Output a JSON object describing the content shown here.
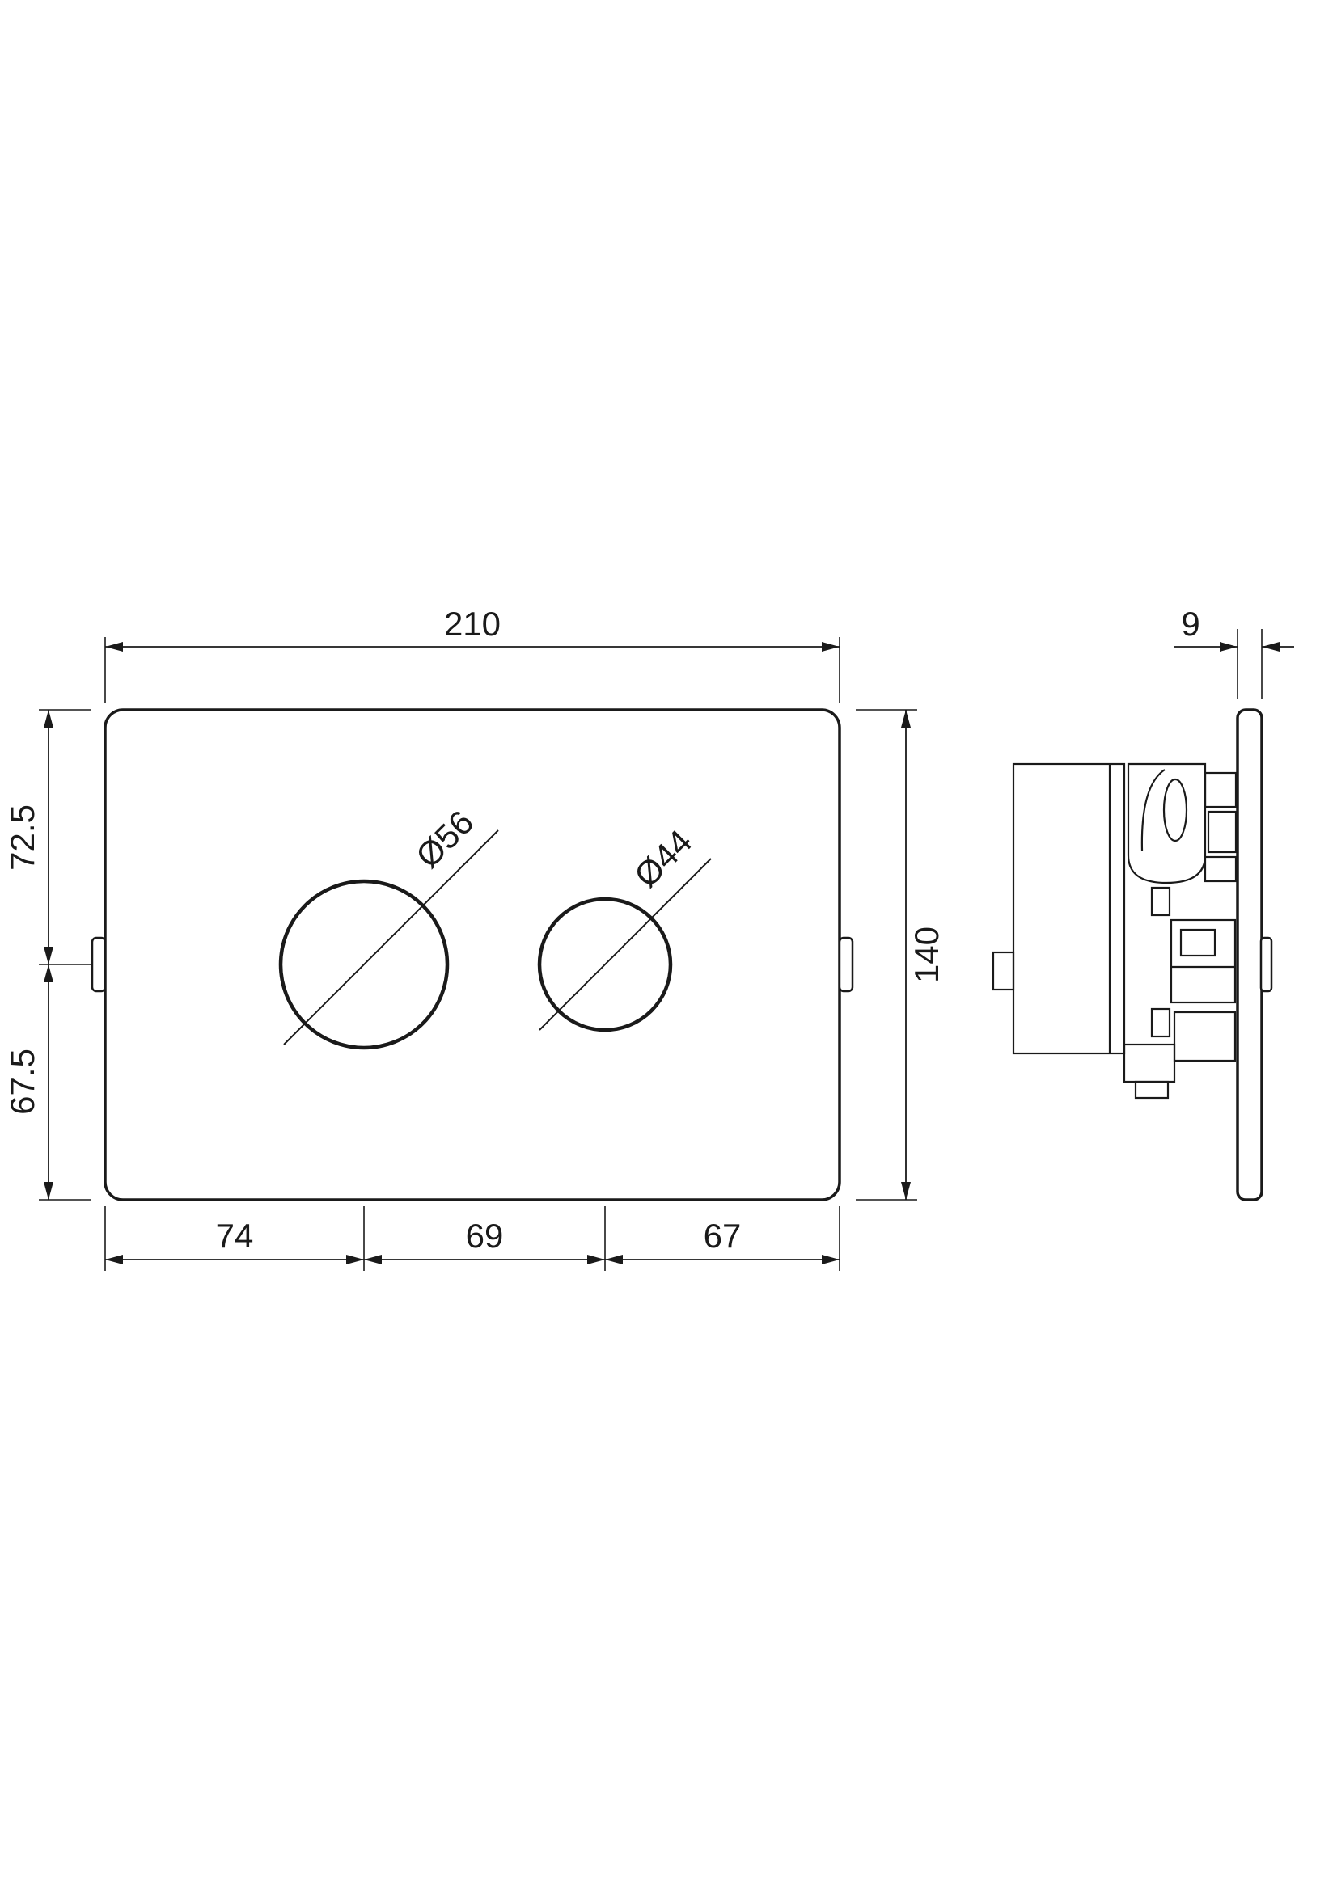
{
  "colors": {
    "line": "#1a1a1a",
    "background": "#ffffff"
  },
  "front_view": {
    "dim_width": "210",
    "dim_height": "140",
    "dim_upper_left": "72.5",
    "dim_lower_left": "67.5",
    "dim_bottom_segments": [
      "74",
      "69",
      "67"
    ],
    "large_button_diameter": "Ø56",
    "small_button_diameter": "Ø44"
  },
  "side_view": {
    "dim_thickness": "9"
  }
}
